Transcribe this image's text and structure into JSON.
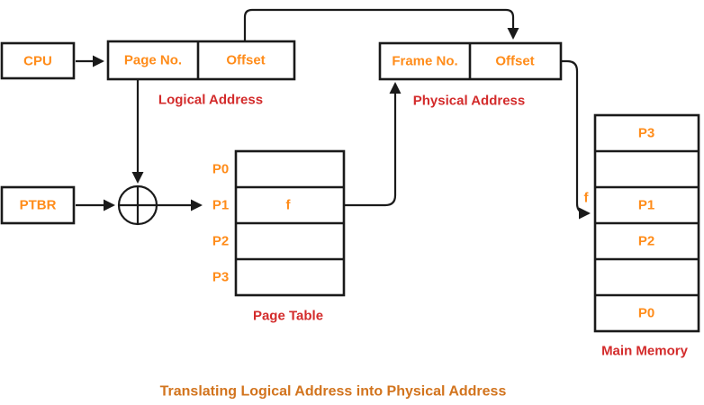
{
  "colors": {
    "label_orange": "#FF8C1A",
    "caption_red": "#D32B2B",
    "title_orange": "#D2741E",
    "line_black": "#1a1a1a"
  },
  "title": "Translating Logical Address into Physical Address",
  "cpu_label": "CPU",
  "ptbr_label": "PTBR",
  "logical_address": {
    "page_no": "Page No.",
    "offset": "Offset",
    "caption": "Logical Address"
  },
  "physical_address": {
    "frame_no": "Frame No.",
    "offset": "Offset",
    "caption": "Physical Address"
  },
  "page_table": {
    "caption": "Page Table",
    "rows": [
      {
        "label": "P0",
        "value": ""
      },
      {
        "label": "P1",
        "value": "f"
      },
      {
        "label": "P2",
        "value": ""
      },
      {
        "label": "P3",
        "value": ""
      }
    ]
  },
  "main_memory": {
    "caption": "Main Memory",
    "rows": [
      "P3",
      "",
      "P1",
      "P2",
      "",
      "P0"
    ]
  },
  "frame_label": "f"
}
